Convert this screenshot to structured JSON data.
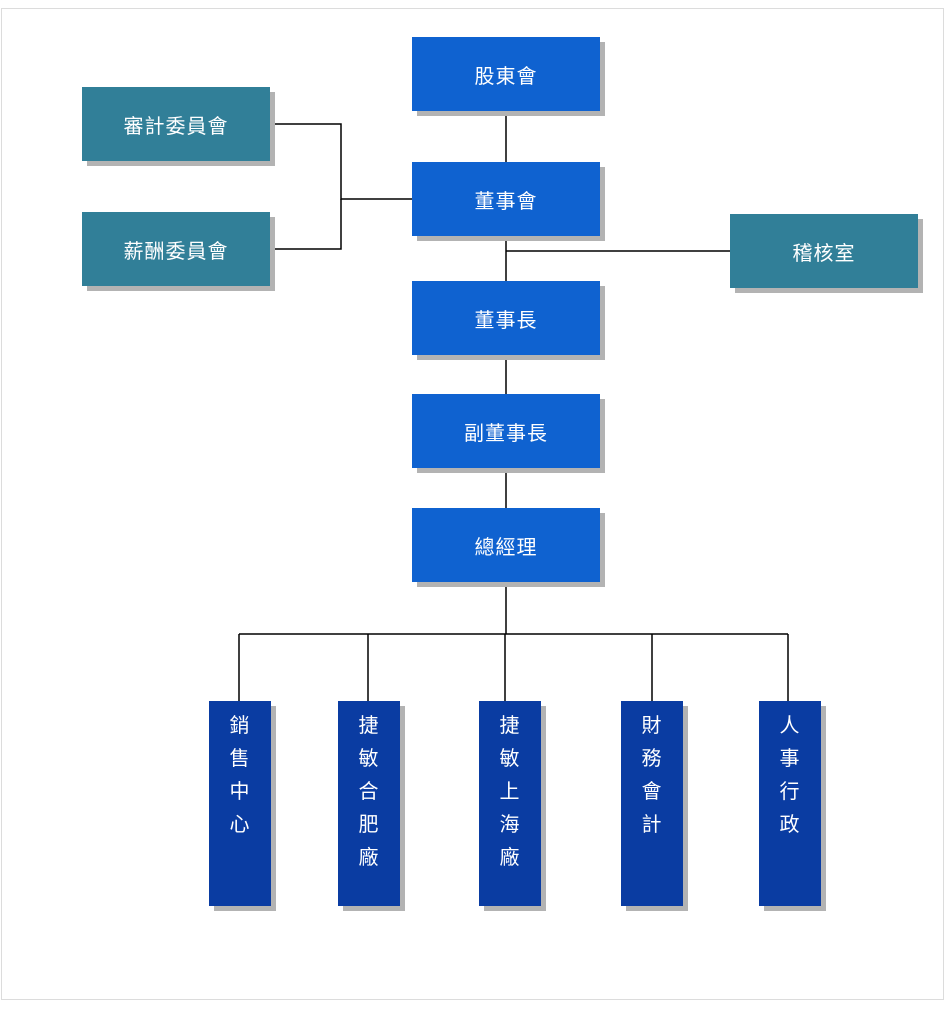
{
  "org": {
    "shareholders": "股東會",
    "board": "董事會",
    "chairman": "董事長",
    "vice_chairman": "副董事長",
    "general_manager": "總經理",
    "audit_committee": "審計委員會",
    "compensation_committee": "薪酬委員會",
    "internal_audit": "稽核室"
  },
  "departments": [
    {
      "chars": [
        "銷",
        "售",
        "中",
        "心"
      ]
    },
    {
      "chars": [
        "捷",
        "敏",
        "合",
        "肥",
        "廠"
      ]
    },
    {
      "chars": [
        "捷",
        "敏",
        "上",
        "海",
        "廠"
      ]
    },
    {
      "chars": [
        "財",
        "務",
        "會",
        "計"
      ]
    },
    {
      "chars": [
        "人",
        "事",
        "行",
        "政"
      ]
    }
  ],
  "colors": {
    "primary_box": "#0f62d0",
    "committee_box": "#317f98",
    "department_box": "#0a3ca2",
    "connector": "#000000"
  }
}
